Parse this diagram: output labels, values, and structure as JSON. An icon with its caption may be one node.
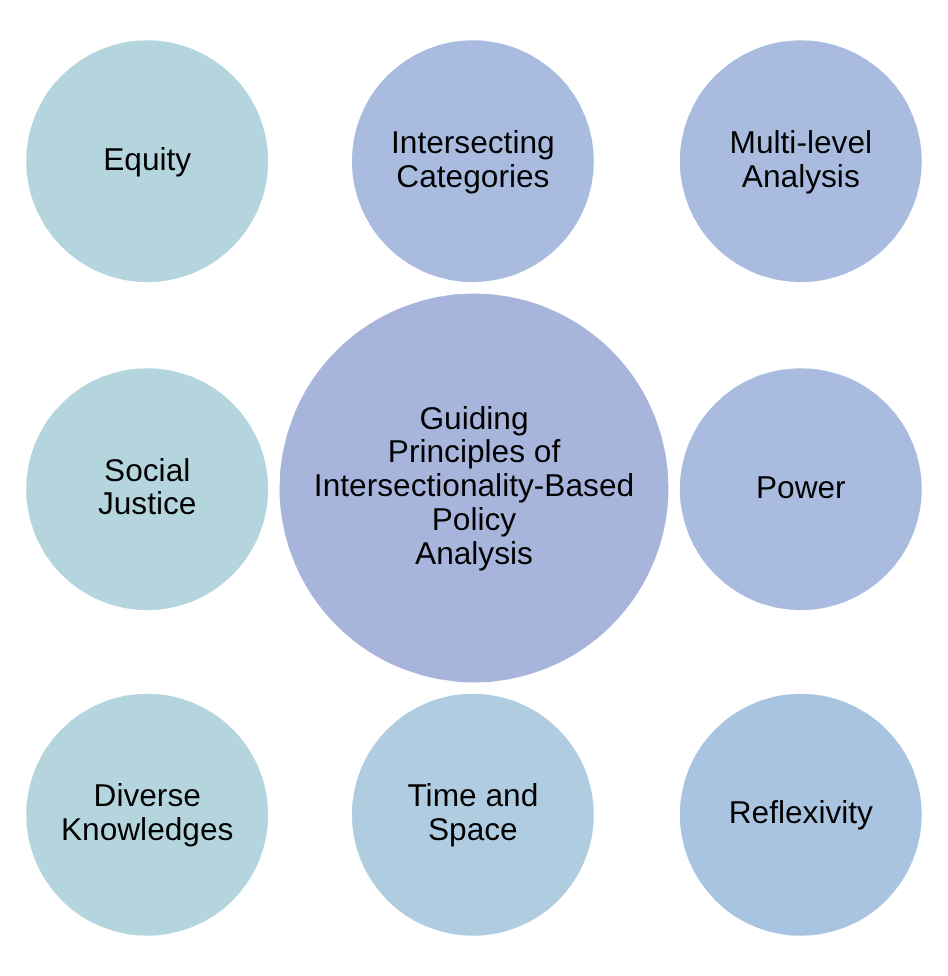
{
  "diagram": {
    "nodes": [
      {
        "text": [
          "Intersecting Categories"
        ]
      },
      {
        "text": [
          "Equity"
        ]
      },
      {
        "text": [
          "Multi-level Analysis"
        ]
      },
      {
        "text": [
          "Guiding Principles of Intersectionality-Based Policy Analysis"
        ]
      },
      {
        "text": [
          "Social Justice"
        ]
      },
      {
        "text": [
          "Power"
        ]
      },
      {
        "text": [
          "Diverse Knowledges"
        ]
      },
      {
        "text": [
          "Reflexivity"
        ]
      },
      {
        "text": [
          "Time and Space"
        ]
      }
    ],
    "edges": []
  }
}
